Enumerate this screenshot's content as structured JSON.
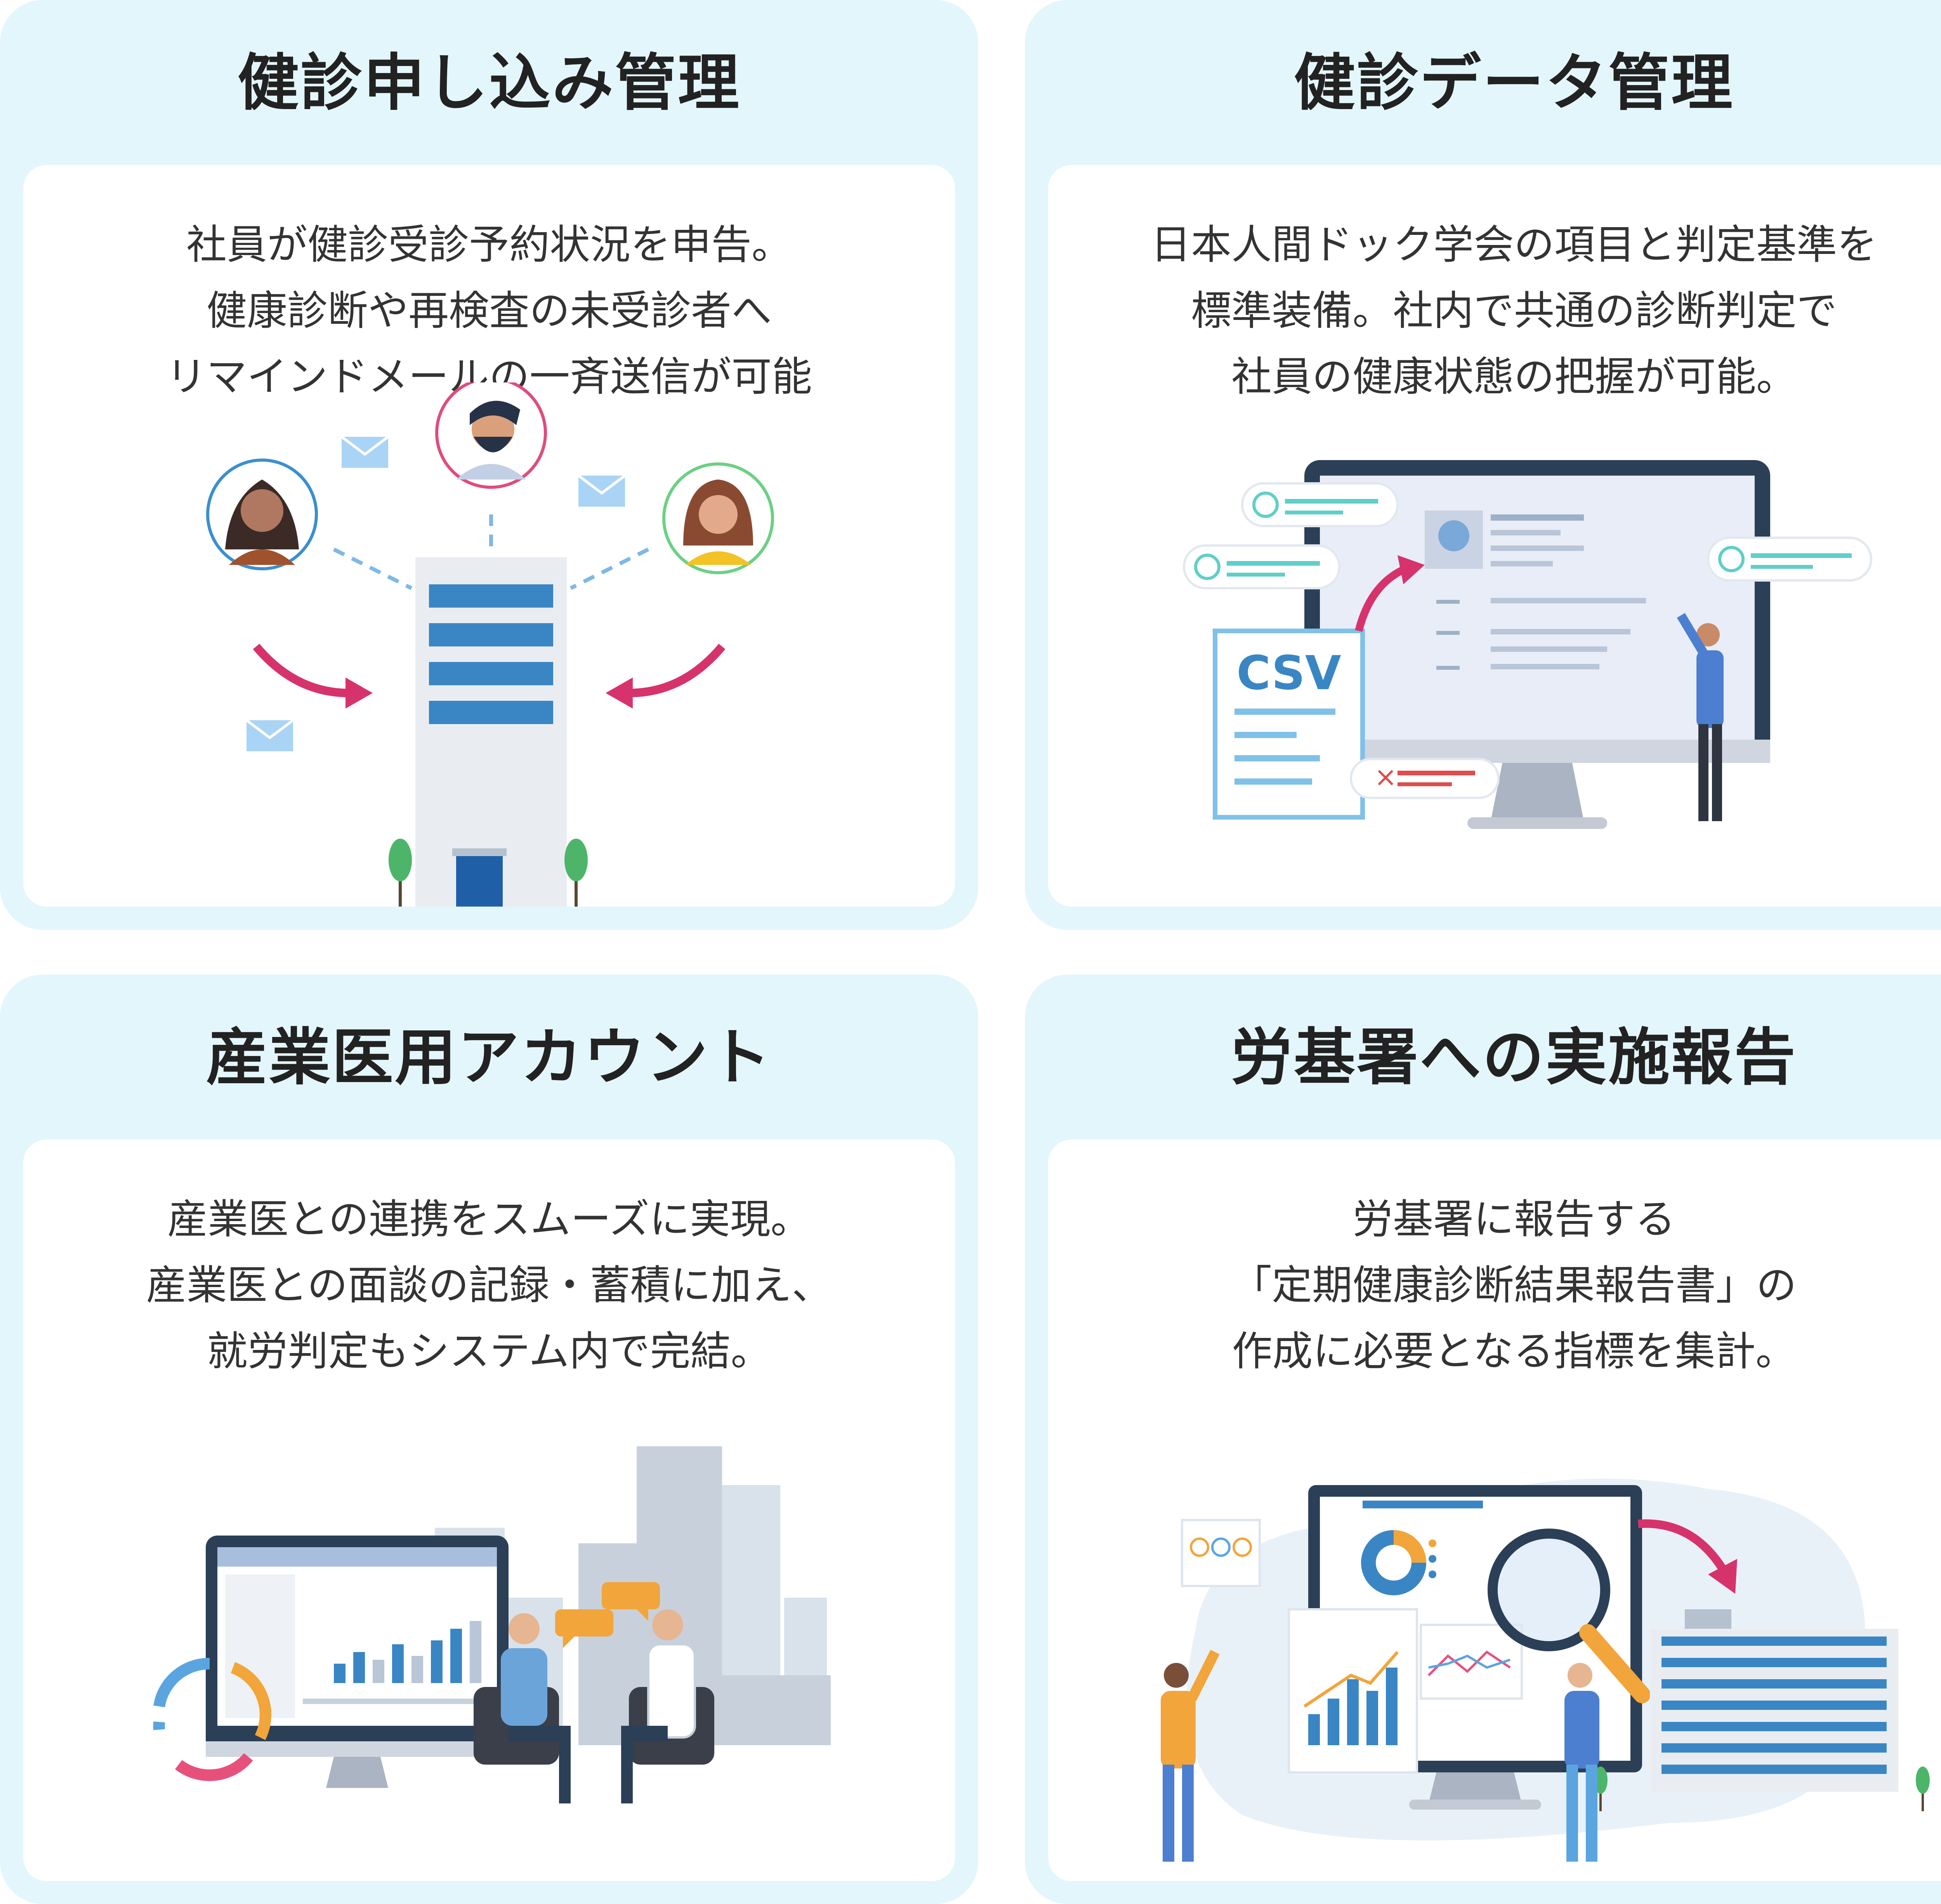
{
  "cards": [
    {
      "title": "健診申し込み管理",
      "lines": [
        "社員が健診受診予約状況を申告。",
        "健康診断や再検査の未受診者へ",
        "リマインドメールの一斉送信が可能"
      ]
    },
    {
      "title": "健診データ管理",
      "lines": [
        "日本人間ドック学会の項目と判定基準を",
        "標準装備。社内で共通の診断判定で",
        "社員の健康状態の把握が可能。"
      ],
      "csv_label": "CSV"
    },
    {
      "title": "産業医用アカウント",
      "lines": [
        "産業医との連携をスムーズに実現。",
        "産業医との面談の記録・蓄積に加え、",
        "就労判定もシステム内で完結。"
      ]
    },
    {
      "title": "労基署への実施報告",
      "lines": [
        "労基署に報告する",
        "「定期健康診断結果報告書」の",
        "作成に必要となる指標を集計。"
      ]
    }
  ],
  "colors": {
    "card_bg": "#e3f6fb",
    "panel_bg": "#ffffff",
    "title_text": "#222222",
    "body_text": "#333333",
    "accent_blue": "#3a86c4",
    "accent_pink": "#d6336c",
    "navy": "#2b3f57",
    "teal": "#5fcfc8"
  }
}
